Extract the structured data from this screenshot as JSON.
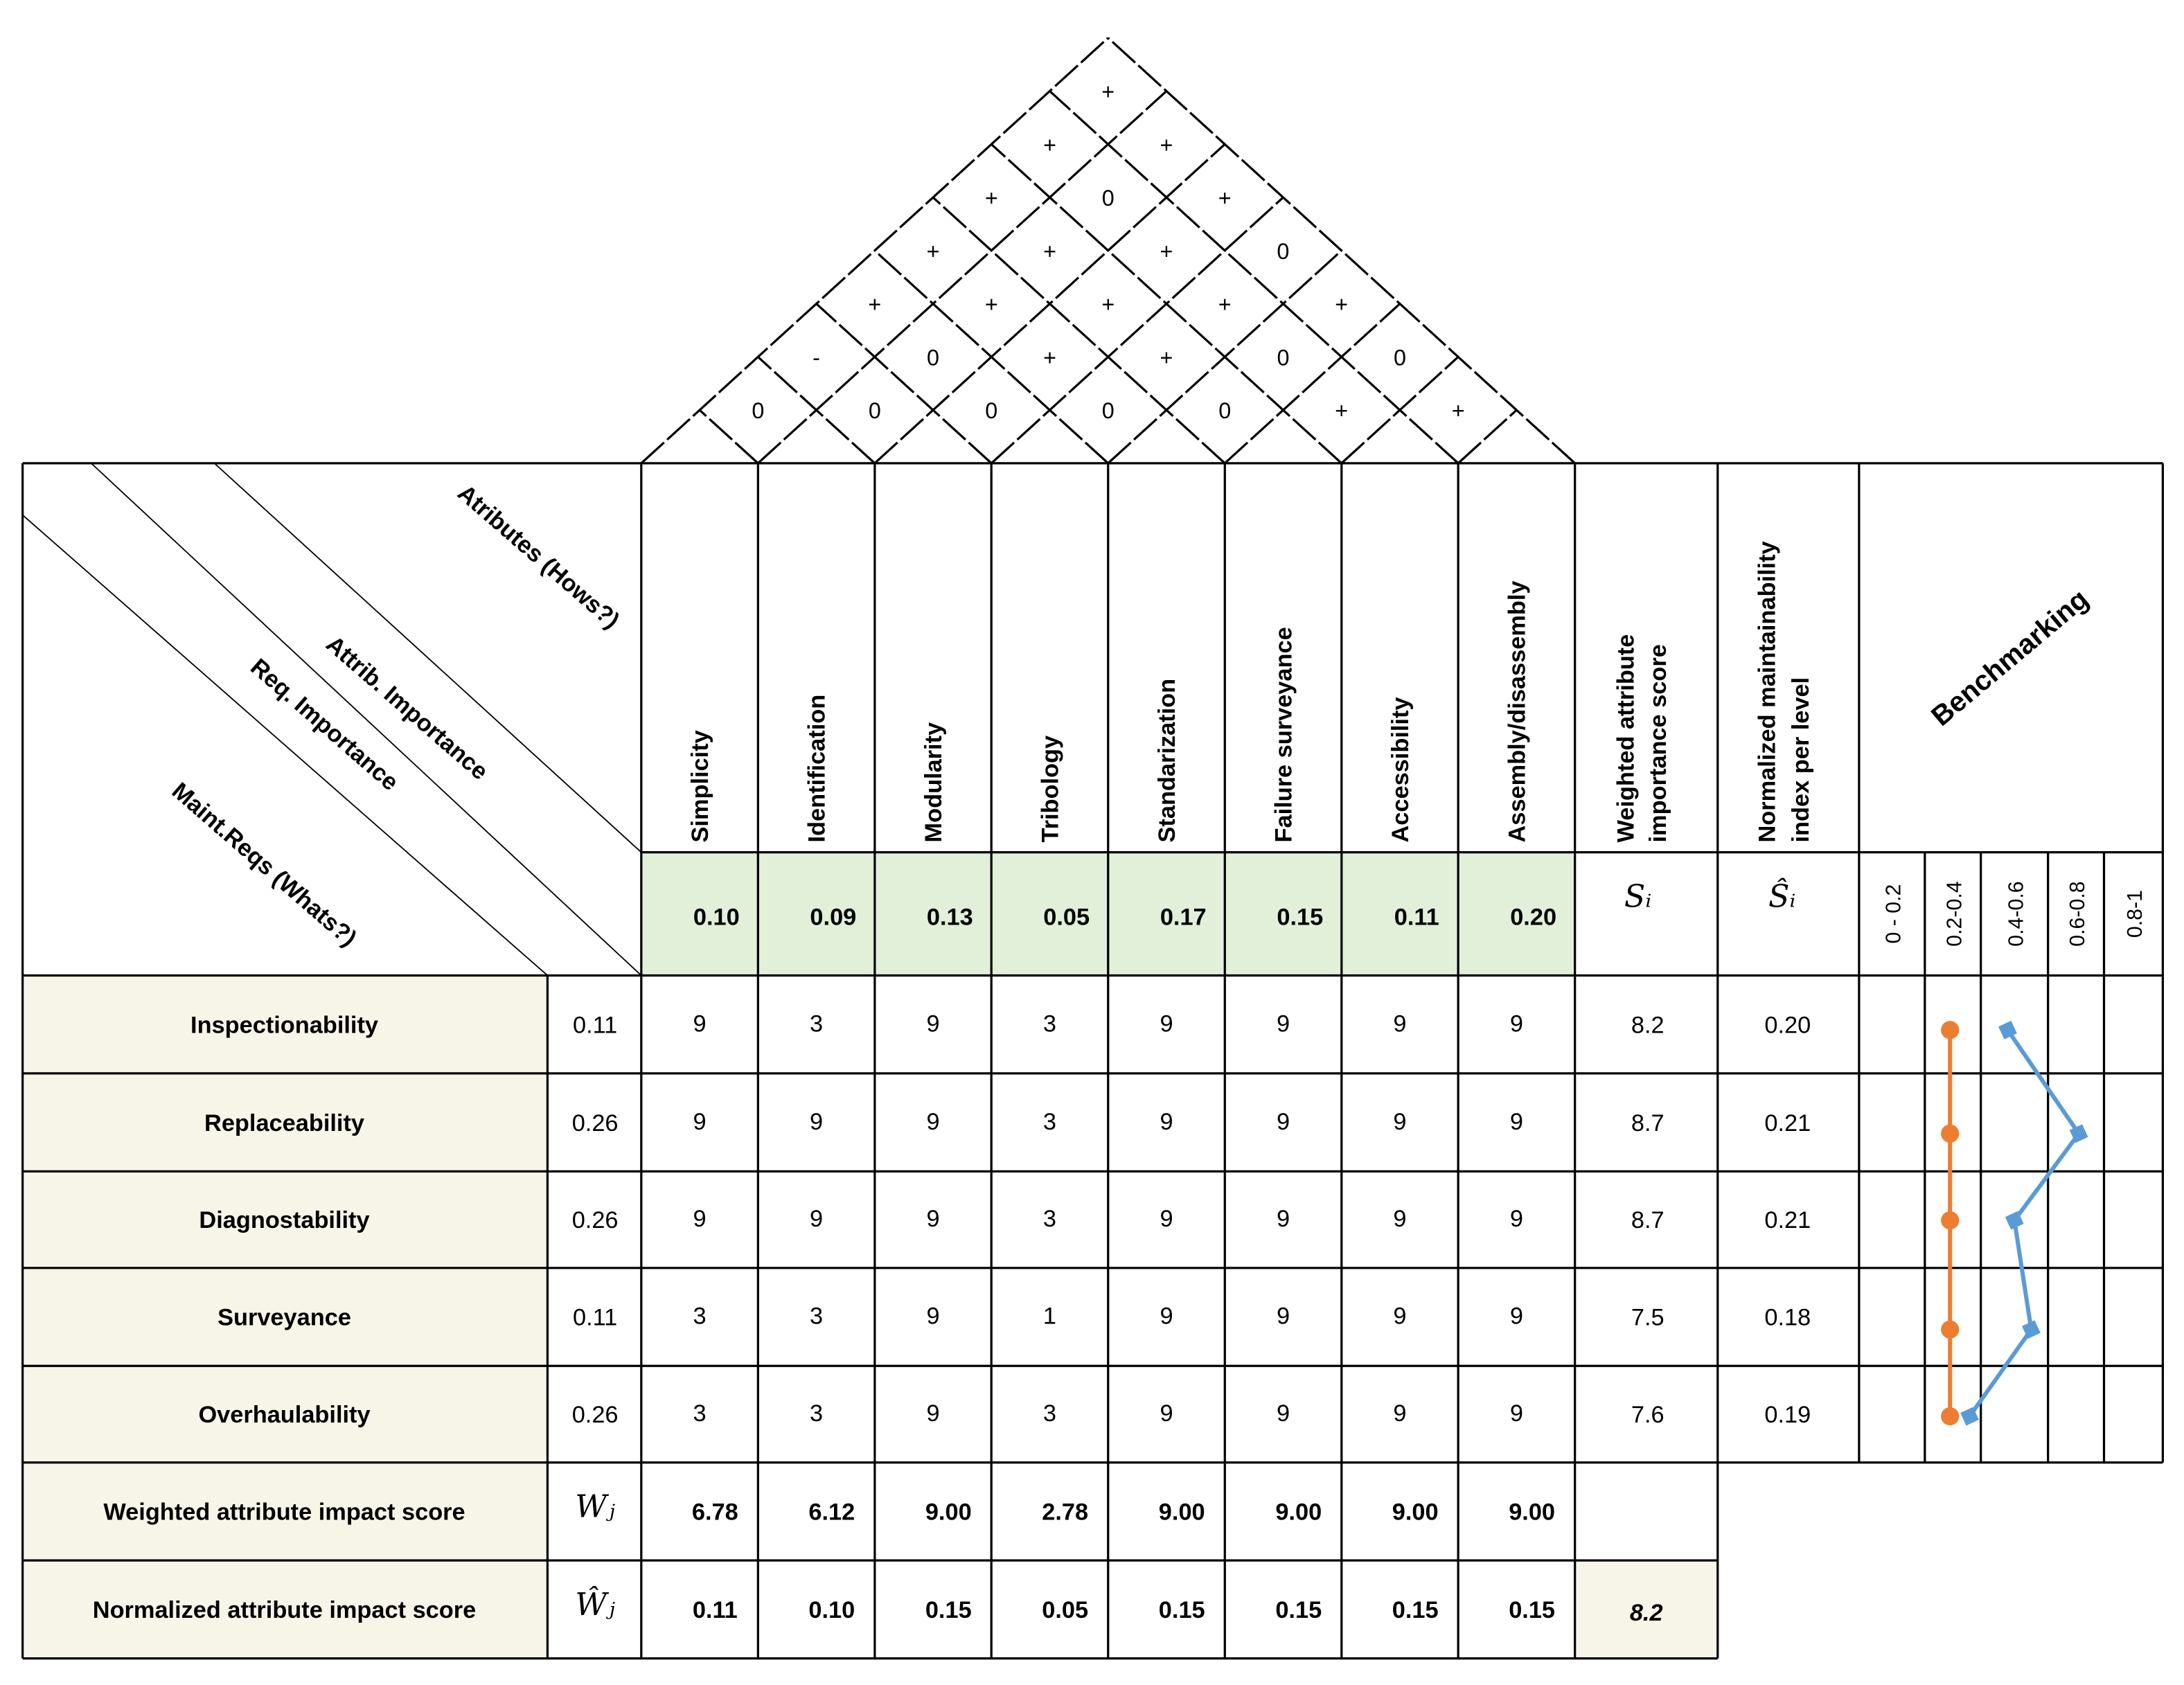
{
  "roof": [
    [
      "0",
      "0",
      "0",
      "0",
      "0",
      "+",
      "+"
    ],
    [
      "-",
      "0",
      "+",
      "+",
      "0",
      "0"
    ],
    [
      "+",
      "+",
      "+",
      "+",
      "+"
    ],
    [
      "+",
      "+",
      "+",
      "0"
    ],
    [
      "+",
      "0",
      "+"
    ],
    [
      "+",
      "+"
    ],
    [
      "+"
    ]
  ],
  "corner": {
    "hows": "Atributes (Hows?)",
    "attrib_importance": "Attrib. Importance",
    "req_importance": "Req. Importance",
    "whats": "Maint.Reqs (Whats?)"
  },
  "attributes": [
    "Simplicity",
    "Identification",
    "Modularity",
    "Tribology",
    "Standarization",
    "Failure surveyance",
    "Accessibility",
    "Assembly/disassembly"
  ],
  "attribute_weights": [
    "0.10",
    "0.09",
    "0.13",
    "0.05",
    "0.17",
    "0.15",
    "0.11",
    "0.20"
  ],
  "score_header": {
    "line1": "Weighted attribute",
    "line2": "importance score",
    "symbol": "Sᵢ"
  },
  "norm_header": {
    "line1": "Normalized maintainability",
    "line2": "index per level",
    "symbol": "Ŝᵢ"
  },
  "benchmark": {
    "title": "Benchmarking",
    "bins": [
      "0 - 0.2",
      "0.2-0.4",
      "0.4-0.6",
      "0.6-0.8",
      "0.8-1"
    ],
    "colors": {
      "orange": "#ed7d31",
      "blue": "#5b9bd5"
    }
  },
  "requirements": [
    {
      "name": "Inspectionability",
      "importance": "0.11",
      "values": [
        "9",
        "3",
        "9",
        "3",
        "9",
        "9",
        "9",
        "9"
      ],
      "score": "8.2",
      "norm": "0.20"
    },
    {
      "name": "Replaceability",
      "importance": "0.26",
      "values": [
        "9",
        "9",
        "9",
        "3",
        "9",
        "9",
        "9",
        "9"
      ],
      "score": "8.7",
      "norm": "0.21"
    },
    {
      "name": "Diagnostability",
      "importance": "0.26",
      "values": [
        "9",
        "9",
        "9",
        "3",
        "9",
        "9",
        "9",
        "9"
      ],
      "score": "8.7",
      "norm": "0.21"
    },
    {
      "name": "Surveyance",
      "importance": "0.11",
      "values": [
        "3",
        "3",
        "9",
        "1",
        "9",
        "9",
        "9",
        "9"
      ],
      "score": "7.5",
      "norm": "0.18"
    },
    {
      "name": "Overhaulability",
      "importance": "0.26",
      "values": [
        "3",
        "3",
        "9",
        "3",
        "9",
        "9",
        "9",
        "9"
      ],
      "score": "7.6",
      "norm": "0.19"
    }
  ],
  "weighted_row": {
    "label": "Weighted attribute impact score",
    "symbol": "Wⱼ",
    "values": [
      "6.78",
      "6.12",
      "9.00",
      "2.78",
      "9.00",
      "9.00",
      "9.00",
      "9.00"
    ]
  },
  "normalized_row": {
    "label": "Normalized attribute impact score",
    "symbol": "Ŵⱼ",
    "values": [
      "0.11",
      "0.10",
      "0.15",
      "0.05",
      "0.15",
      "0.15",
      "0.15",
      "0.15"
    ],
    "total": "8.2"
  },
  "chart_data": {
    "type": "line",
    "categories": [
      "Inspectionability",
      "Replaceability",
      "Diagnostability",
      "Surveyance",
      "Overhaulability"
    ],
    "xlim": [
      0,
      1
    ],
    "series": [
      {
        "color": "#ed7d31",
        "marker": "circle",
        "values": [
          0.29,
          0.29,
          0.29,
          0.29,
          0.29
        ]
      },
      {
        "color": "#5b9bd5",
        "marker": "square",
        "values": [
          0.48,
          0.71,
          0.5,
          0.55,
          0.36
        ]
      }
    ]
  },
  "colors": {
    "weights_fill": "#e2efd9",
    "label_fill": "#f7f4e8"
  }
}
